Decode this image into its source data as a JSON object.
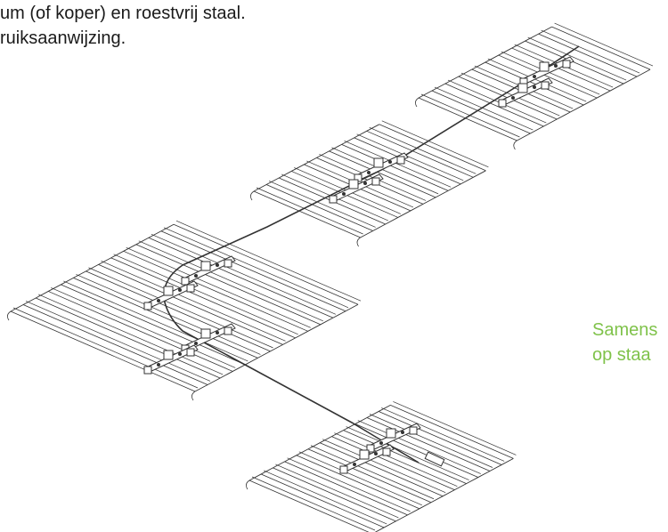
{
  "document": {
    "text_lines": [
      "um (of koper) en roestvrij staal.",
      "ruiksaanwijzing."
    ],
    "caption_lines": [
      "Samens",
      "op staa"
    ]
  },
  "colors": {
    "text": "#1a1a1a",
    "caption": "#7fc24a",
    "line_art": "#333333"
  }
}
